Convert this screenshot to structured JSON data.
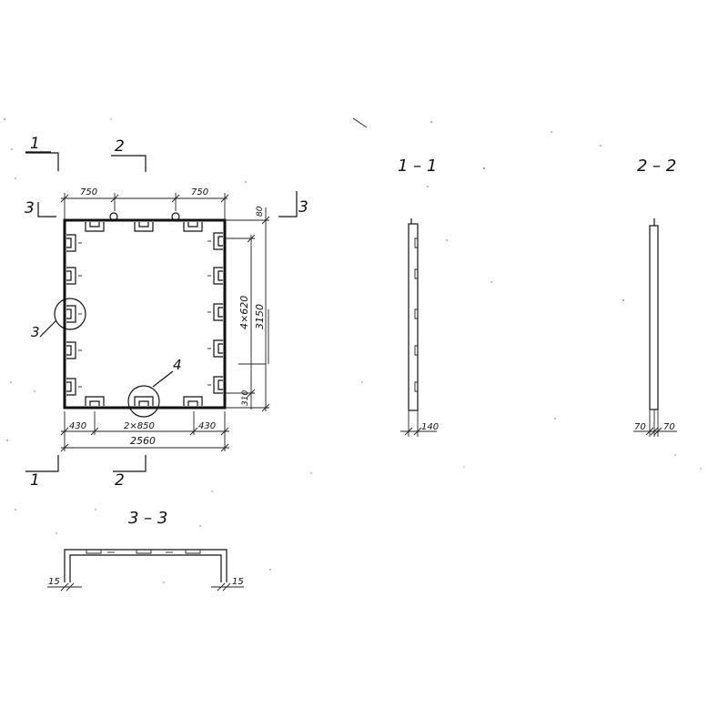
{
  "plan": {
    "dim_top_left": "750",
    "dim_top_right": "750",
    "dim_top_edge": "80",
    "dim_vertical_spacing": "4×620",
    "dim_height": "3150",
    "dim_bottom_edge": "310",
    "dim_left_edge": "430",
    "dim_middle_spacing": "2×850",
    "dim_right_edge": "430",
    "dim_width": "2560",
    "callout_left": "3",
    "callout_bottom": "4"
  },
  "section_marks": {
    "s1": "1",
    "s2": "2",
    "s3": "3"
  },
  "section_1_1": {
    "title": "1 – 1",
    "thickness": "140"
  },
  "section_2_2": {
    "title": "2 – 2",
    "left": "70",
    "right": "70"
  },
  "section_3_3": {
    "title": "3 – 3",
    "left": "15",
    "right": "15"
  }
}
